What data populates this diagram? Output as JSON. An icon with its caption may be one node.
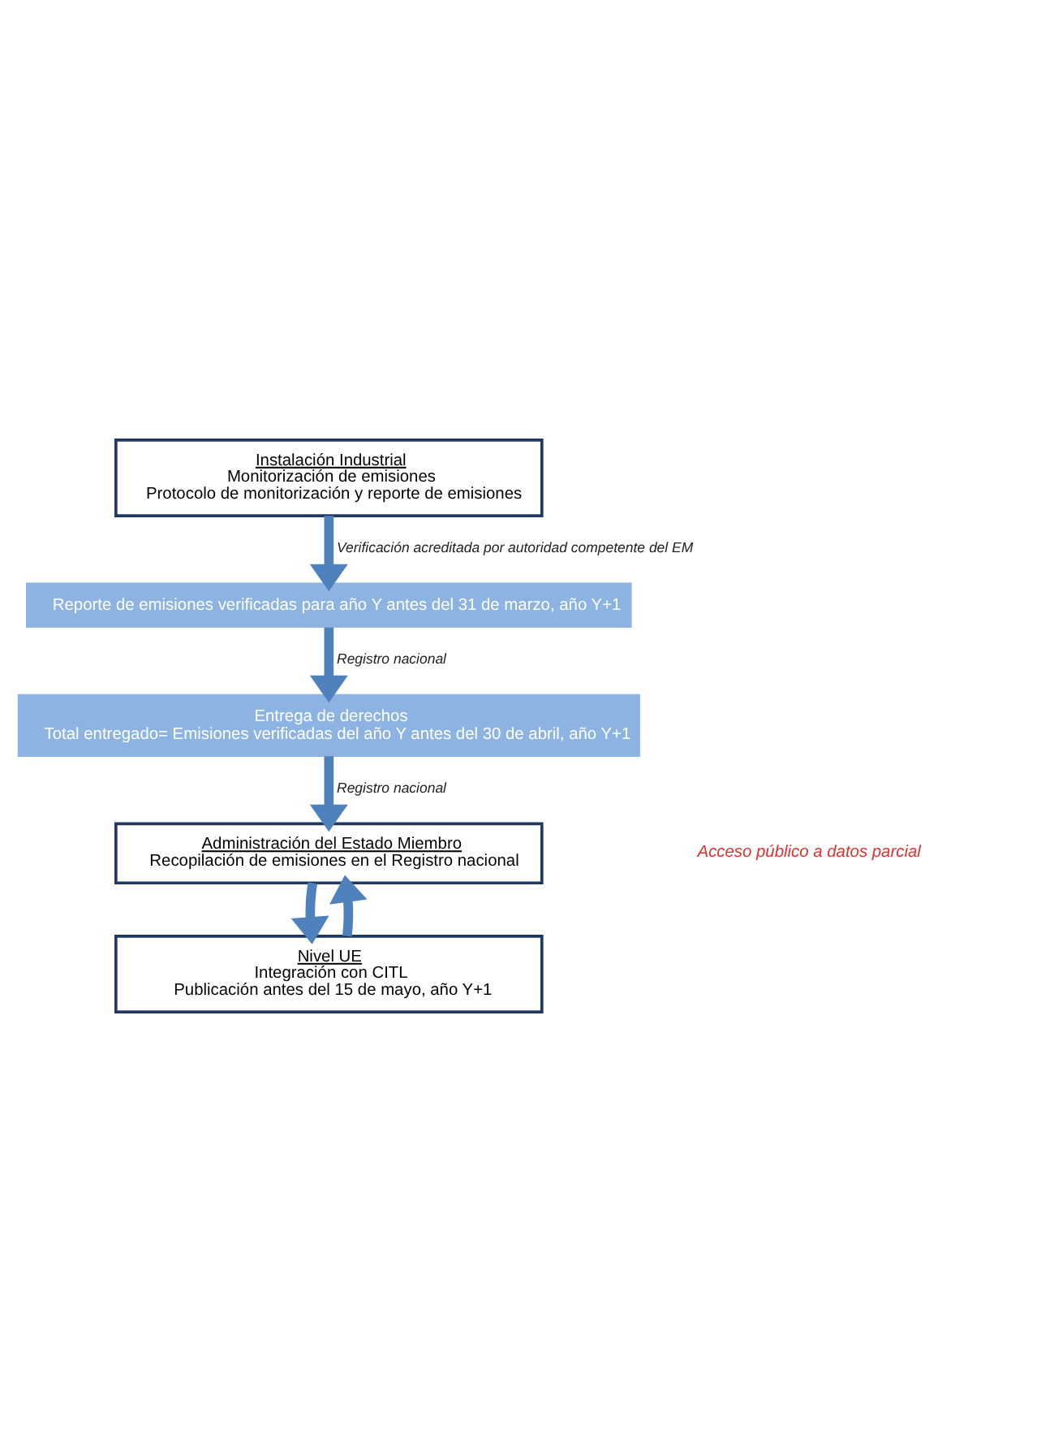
{
  "diagram": {
    "nodes": [
      {
        "text": [
          "Instalación Industrial",
          "Monitorización de emisiones",
          "Protocolo de monitorización y reporte de emisiones"
        ]
      },
      {
        "text": [
          "Reporte de emisiones verificadas para año Y antes del 31 de marzo, año Y+1"
        ]
      },
      {
        "text": [
          "Entrega de derechos",
          "Total entregado= Emisiones verificadas del año Y antes del 30 de abril, año Y+1"
        ]
      },
      {
        "text": [
          "Administración del Estado Miembro",
          "Recopilación de emisiones en el Registro nacional"
        ]
      },
      {
        "text": [
          "Nivel UE",
          "Integración con CITL",
          "Publicación antes del 15 de mayo, año Y+1"
        ]
      }
    ],
    "edges": [
      {
        "from": 0,
        "to": 1,
        "arrow": "to",
        "label": "Verificación acreditada por autoridad competente del EM"
      },
      {
        "from": 1,
        "to": 2,
        "arrow": "to",
        "label": "Registro nacional"
      },
      {
        "from": 2,
        "to": 3,
        "arrow": "to",
        "label": "Registro nacional"
      },
      {
        "from": 3,
        "to": 4,
        "arrow": "to"
      },
      {
        "from": 4,
        "to": 3,
        "arrow": "to"
      }
    ],
    "labels": [
      "Acceso público a datos parcial"
    ]
  }
}
